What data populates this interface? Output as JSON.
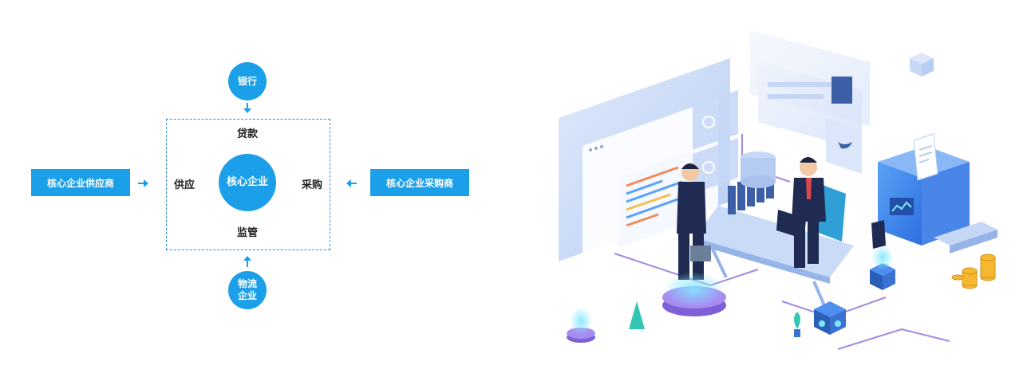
{
  "diagram": {
    "top_node": "银行",
    "bottom_node": "物流\n企业",
    "center_node": "核心企业",
    "left_box": "核心企业供应商",
    "right_box": "核心企业采购商",
    "label_top": "贷款",
    "label_left": "供应",
    "label_right": "采购",
    "label_bottom": "监管"
  },
  "colors": {
    "accent": "#1a9fe8",
    "dash": "#2a8fd8"
  },
  "illustration": {
    "icon": "business-meeting-isometric-illustration"
  }
}
